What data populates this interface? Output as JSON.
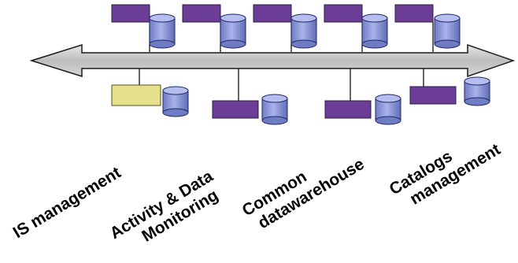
{
  "labels": {
    "is_management": "IS management",
    "activity_line1": "Activity & Data",
    "activity_line2": "Monitoring",
    "common_line1": "Common",
    "common_line2": "datawarehouse",
    "catalogs_line1": "Catalogs",
    "catalogs_line2": "management"
  },
  "colors": {
    "application_box": "#6b3d97",
    "application_box_highlight": "#e6df8c",
    "database_body": "#8c98d8",
    "database_top": "#b6bef0",
    "bus_arrow": "#c8c8c8",
    "connector": "#000000"
  },
  "icons": {
    "application": "application-box-icon",
    "database": "database-cylinder-icon",
    "bus": "double-headed-arrow-icon"
  }
}
